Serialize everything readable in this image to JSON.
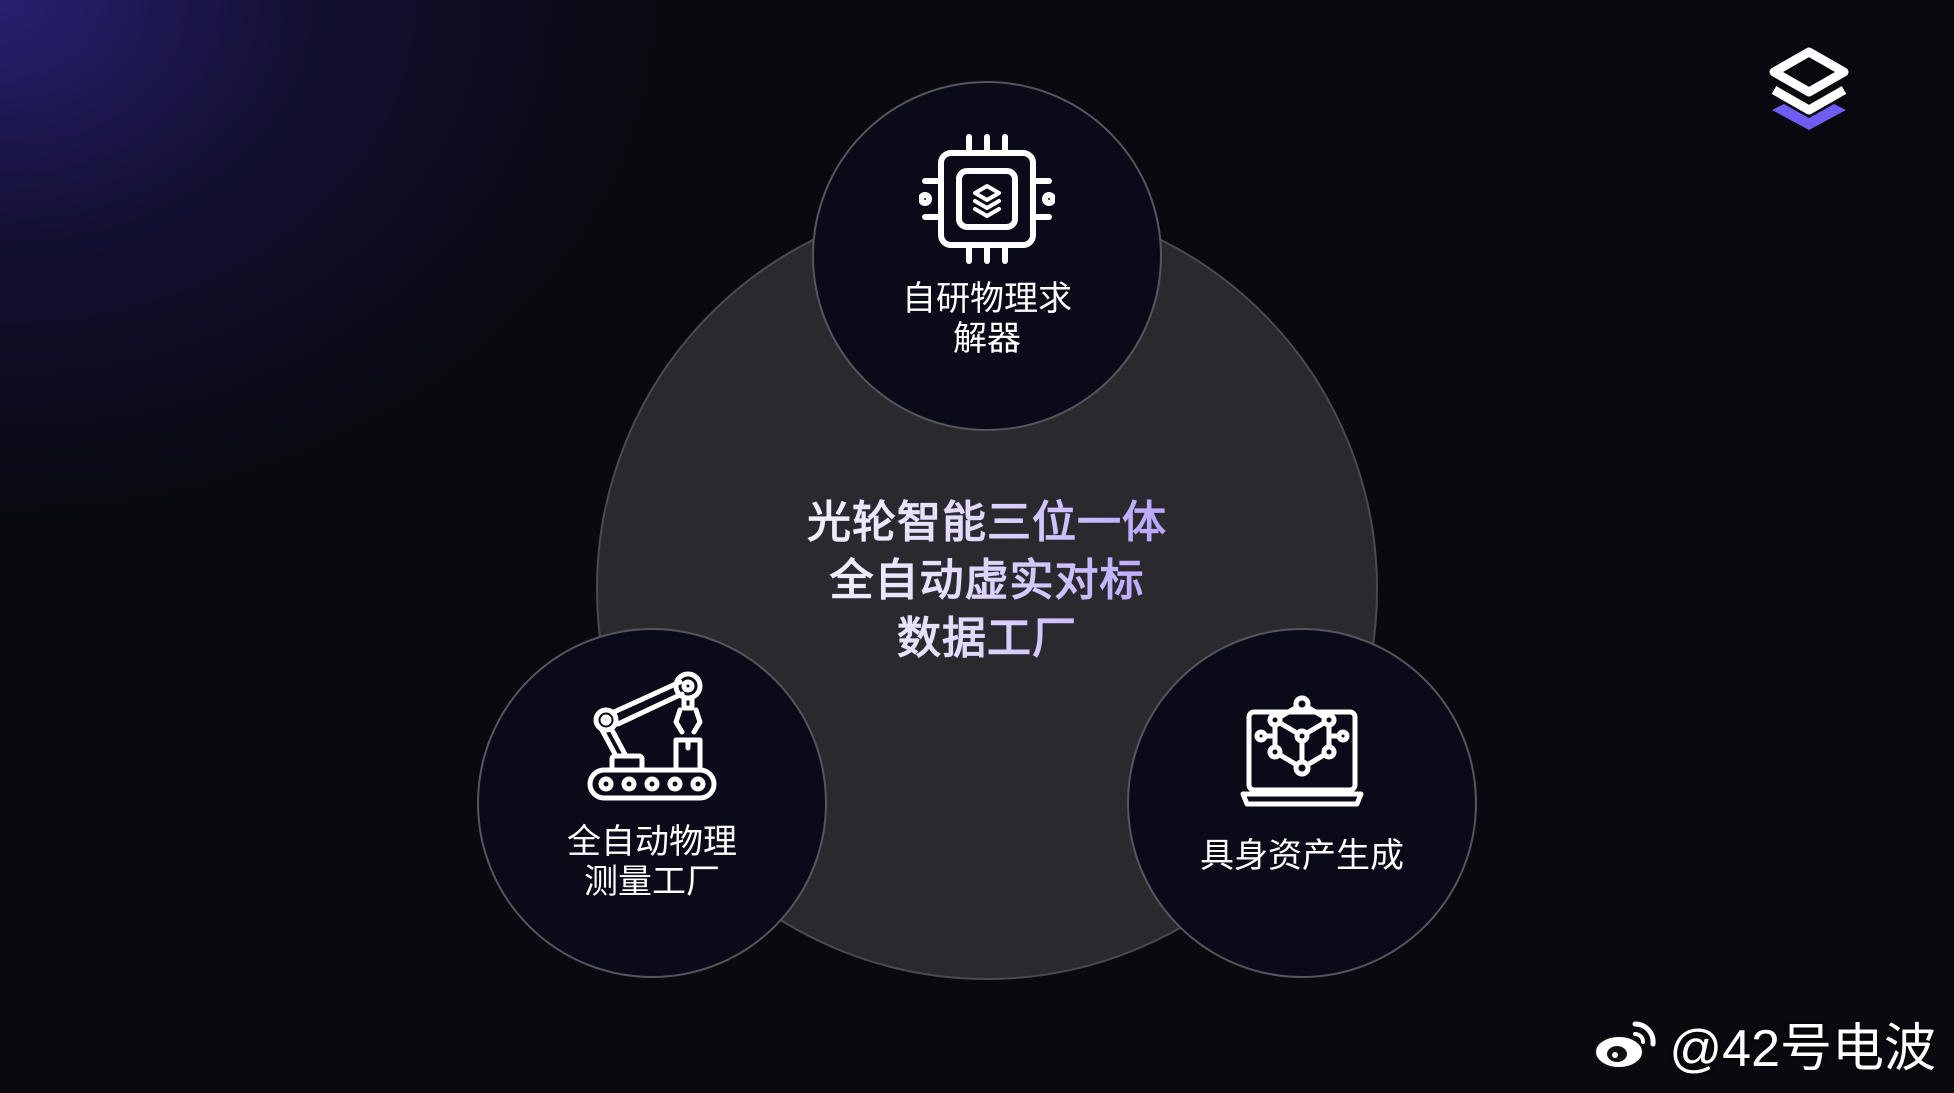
{
  "center": {
    "lines": [
      "光轮智能三位一体",
      "全自动虚实对标",
      "数据工厂"
    ]
  },
  "nodes": {
    "top": {
      "icon": "chip-icon",
      "lines": [
        "自研物理求",
        "解器"
      ]
    },
    "left": {
      "icon": "robot-arm-icon",
      "lines": [
        "全自动物理",
        "测量工厂"
      ]
    },
    "right": {
      "icon": "laptop-cube-icon",
      "lines": [
        "具身资产生成"
      ]
    }
  },
  "brand": {
    "logo": "layers-logo-icon"
  },
  "watermark": {
    "icon": "weibo-icon",
    "text": "@42号电波"
  },
  "colors": {
    "background": "#09090f",
    "glow": "#2e2482",
    "center_circle": "#29292e",
    "node_circle": "#0b0a18",
    "accent": "#9f87ff"
  }
}
